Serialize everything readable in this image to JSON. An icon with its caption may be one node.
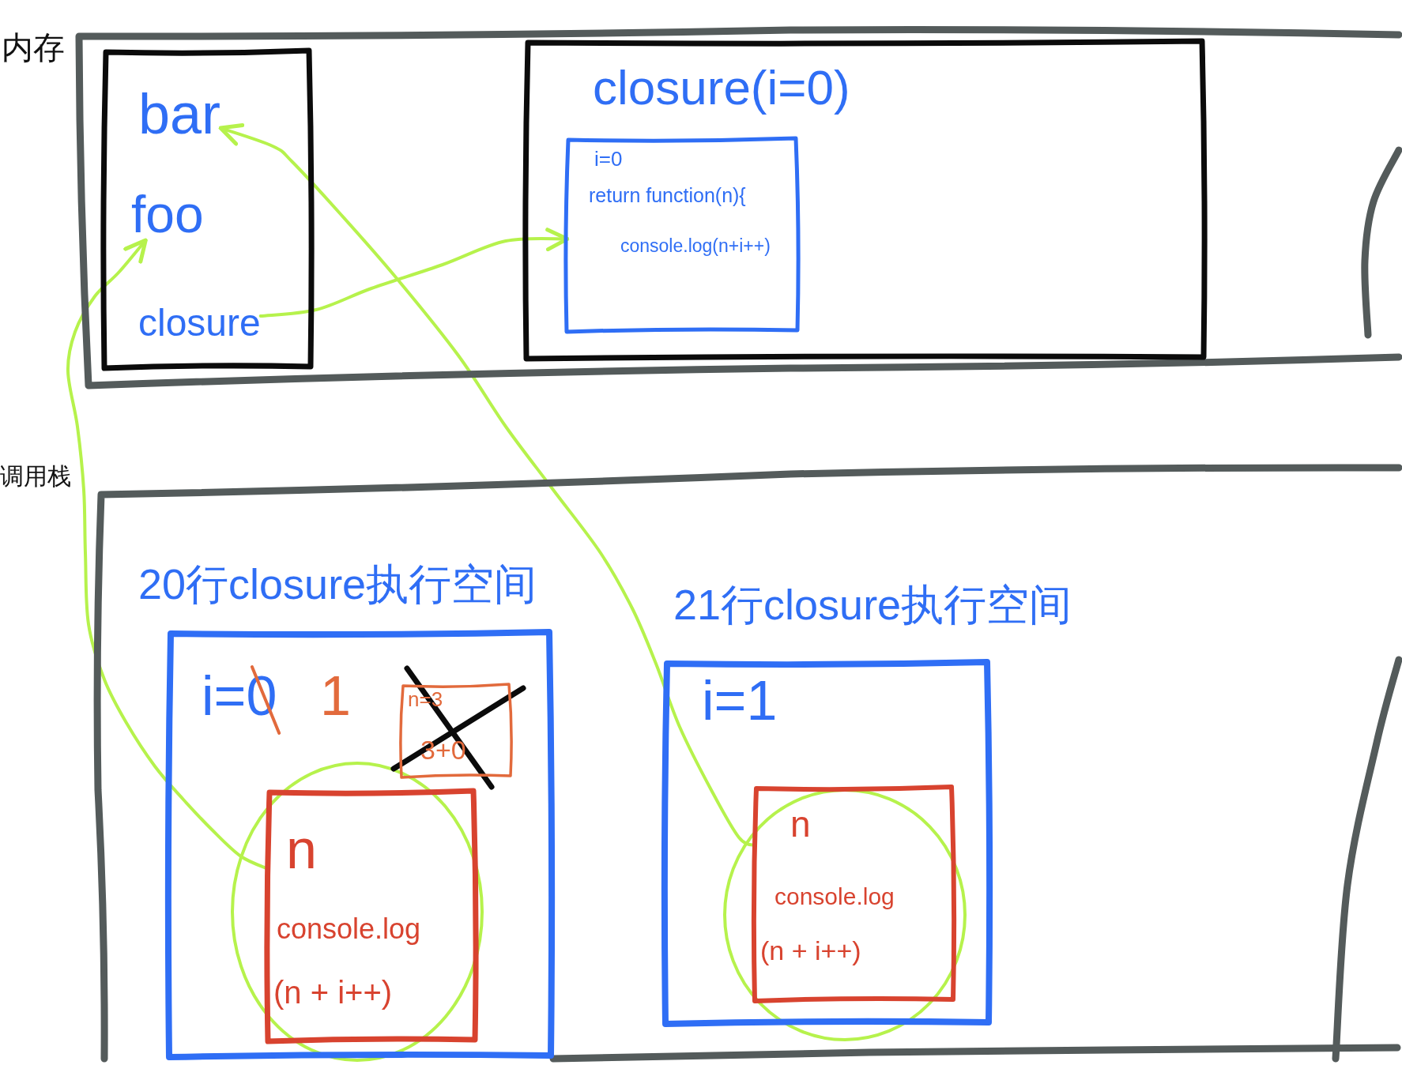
{
  "diagram": {
    "nodes": [
      {
        "text": [
          "内存"
        ]
      },
      {
        "text": [],
        "shape": "box",
        "in": 0
      },
      {
        "text": [
          "bar"
        ],
        "in": 1
      },
      {
        "text": [
          "foo"
        ],
        "in": 1
      },
      {
        "text": [
          "closure"
        ],
        "in": 1
      },
      {
        "text": [
          "closure(i=0)"
        ],
        "in": 0
      },
      {
        "text": [
          "i=0",
          "return function(n){",
          "console.log(n+i++)"
        ],
        "in": 5
      },
      {
        "text": [
          "调用栈"
        ]
      },
      {
        "text": [
          "20行closure执行空间",
          "i=0",
          "1"
        ],
        "in": 7
      },
      {
        "text": [
          "n=3",
          "3+0"
        ],
        "in": 8
      },
      {
        "text": [
          "n",
          "console.log",
          "(n + i++)"
        ],
        "in": 8
      },
      {
        "text": [
          "21行closure执行空间",
          "i=1"
        ],
        "in": 7
      },
      {
        "text": [
          "n",
          "console.log",
          "(n + i++)"
        ],
        "in": 11
      }
    ],
    "edges": [
      {
        "from": 10,
        "to": 3,
        "arrow": "to"
      },
      {
        "from": 4,
        "to": 6,
        "arrow": "to"
      },
      {
        "from": 12,
        "to": 2,
        "arrow": "to"
      }
    ]
  }
}
